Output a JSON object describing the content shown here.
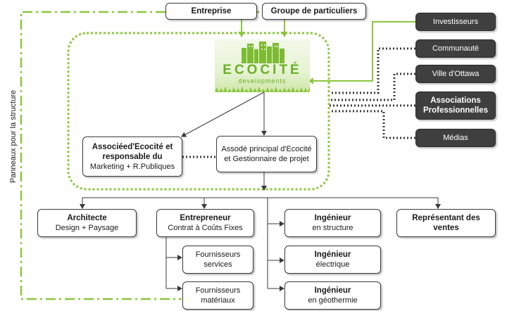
{
  "side_label": "Panneaux pour la structure",
  "top": {
    "entreprise": "Entreprise",
    "groupe": "Groupe de particuliers"
  },
  "logo": {
    "name": "ECOCITÉ",
    "subtitle": "developments"
  },
  "right_panel": [
    "Investisseurs",
    "Communauté",
    "Ville d'Ottawa",
    "Associations Professionnelles",
    "Médias"
  ],
  "middle": {
    "associe_marketing": {
      "line1": "Associéed'Ecocité et",
      "line2": "responsable du",
      "line3": "Marketing + R.Publiques"
    },
    "associe_principal": {
      "line1": "Assodé principal d'Ecocité",
      "line2": "et Gestionnaire de projet"
    }
  },
  "bottom": {
    "architecte": {
      "title": "Architecte",
      "subtitle": "Design + Paysage"
    },
    "entrepreneur": {
      "title": "Entrepreneur",
      "subtitle": "Contrat à Coûts Fixes"
    },
    "fournisseurs_services": {
      "line1": "Fournisseurs",
      "line2": "services"
    },
    "fournisseurs_materiaux": {
      "line1": "Fournisseurs",
      "line2": "matériaux"
    },
    "ing_structure": {
      "title": "Ingénieur",
      "subtitle": "en structure"
    },
    "ing_electrique": {
      "title": "Ingénieur",
      "subtitle": "électrique"
    },
    "ing_geothermie": {
      "title": "Ingénieur",
      "subtitle": "en géothermie"
    },
    "representant": {
      "line1": "Représentant des",
      "line2": "ventes"
    }
  },
  "colors": {
    "green_accent": "#8cc63f",
    "dark_box": "#3f3f3f",
    "line": "#3a3a3a"
  }
}
